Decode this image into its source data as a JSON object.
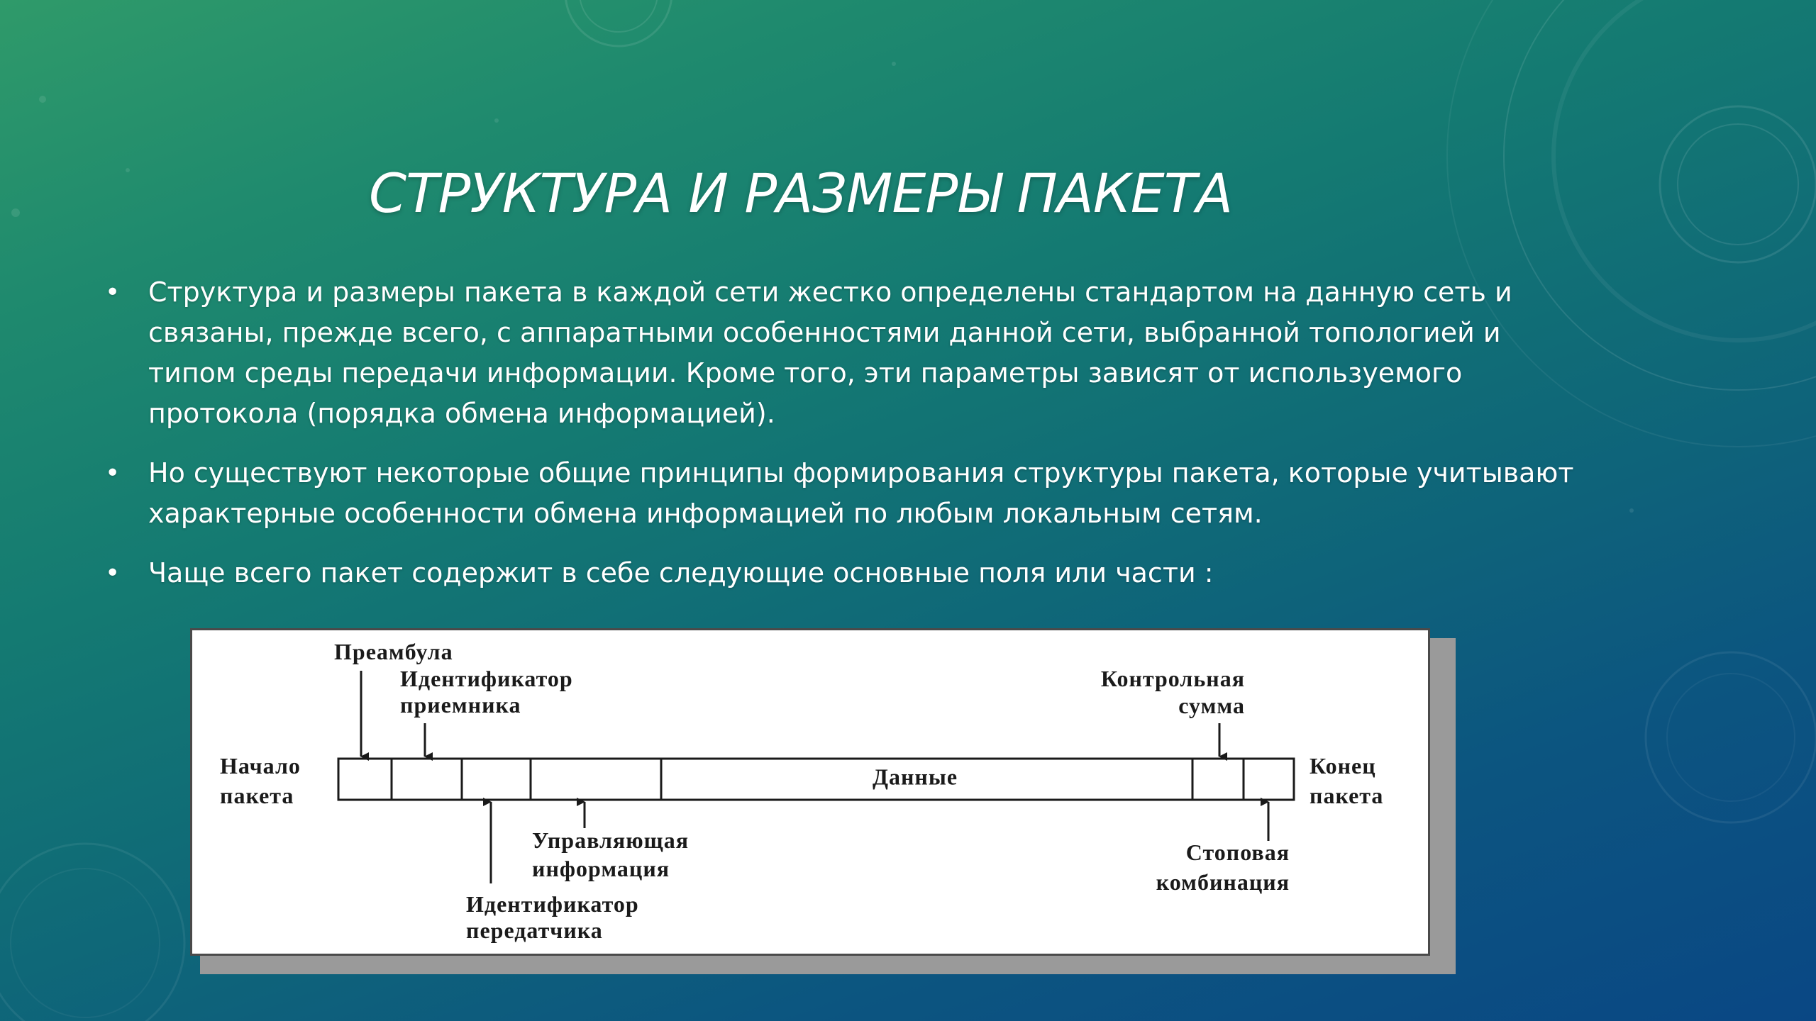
{
  "slide": {
    "title": "СТРУКТУРА И РАЗМЕРЫ ПАКЕТА",
    "bullets": [
      {
        "lines": [
          "Структура и размеры пакета  в каждой сети жестко определены стандартом на данную сеть и",
          "связаны, прежде всего, с аппаратными особенностями данной сети, выбранной топологией и",
          "типом среды передачи информации. Кроме того, эти параметры зависят от используемого",
          "протокола (порядка обмена информацией)."
        ]
      },
      {
        "lines": [
          "Но существуют некоторые общие принципы формирования структуры пакета, которые учитывают",
          "характерные особенности обмена информацией по любым локальным сетям."
        ]
      },
      {
        "lines": [
          "Чаще всего пакет содержит в себе следующие основные поля или части :"
        ]
      }
    ]
  },
  "diagram": {
    "data_field": "Данные",
    "left_edge": [
      "Начало",
      "пакета"
    ],
    "right_edge": [
      "Конец",
      "пакета"
    ],
    "labels": {
      "preamble": [
        "Преамбула"
      ],
      "receiver_id": [
        "Идентификатор",
        "приемника"
      ],
      "control_info": [
        "Управляющая",
        "информация"
      ],
      "transmitter_id": [
        "Идентификатор",
        "передатчика"
      ],
      "checksum": [
        "Контрольная",
        "сумма"
      ],
      "stop_combination": [
        "Стоповая",
        "комбинация"
      ]
    }
  },
  "colors": {
    "bg_top": "#2f9a6a",
    "bg_bottom": "#0a4784",
    "text": "#ffffff",
    "diagram_ink": "#1a1a1a"
  }
}
